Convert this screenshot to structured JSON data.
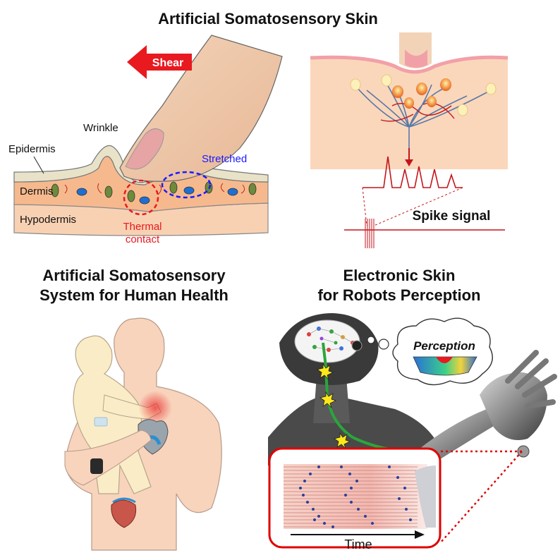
{
  "titles": {
    "main": "Artificial Somatosensory Skin",
    "health_line1": "Artificial Somatosensory",
    "health_line2": "System for Human Health",
    "robot_line1": "Electronic Skin",
    "robot_line2": "for Robots Perception"
  },
  "skin_labels": {
    "shear": "Shear",
    "wrinkle": "Wrinkle",
    "epidermis": "Epidermis",
    "dermis": "Dermis",
    "hypodermis": "Hypodermis",
    "stretched": "Stretched",
    "thermal_line1": "Thermal",
    "thermal_line2": "contact"
  },
  "spike": {
    "label": "Spike signal"
  },
  "robot": {
    "thought": "Perception",
    "axis": "Time"
  },
  "colors": {
    "shear_arrow": "#e8191f",
    "stretched": "#1a1aff",
    "thermal": "#e8191f",
    "skin_pink": "#f9d5b9",
    "spike_red": "#c3161c",
    "nerve_green": "#2aa63b",
    "nerve_blue": "#5a78a8",
    "panel_border": "#e00000"
  }
}
